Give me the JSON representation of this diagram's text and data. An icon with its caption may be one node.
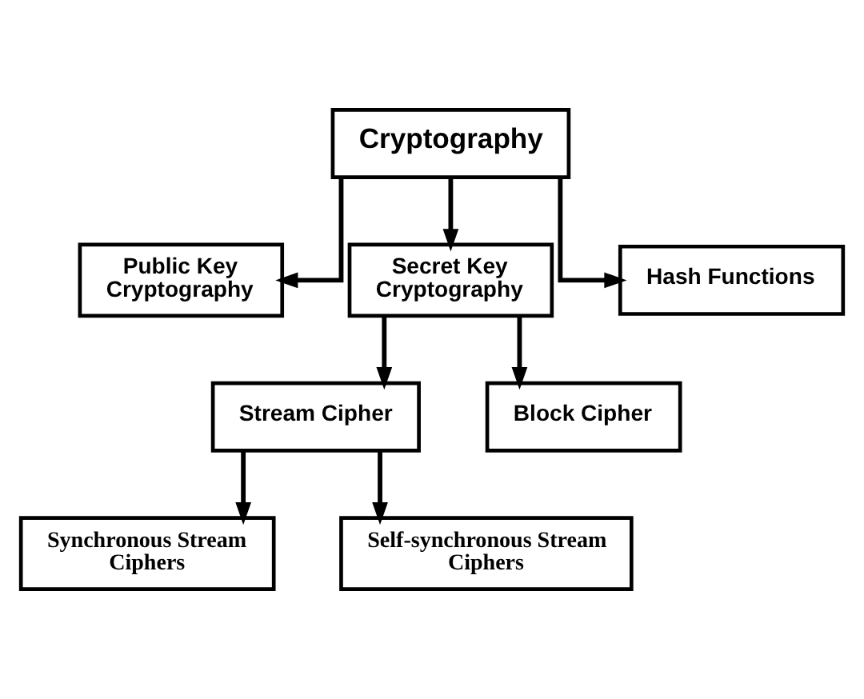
{
  "diagram": {
    "nodes": [
      {
        "text": [
          "Cryptography"
        ]
      },
      {
        "text": [
          "Public Key Cryptography"
        ]
      },
      {
        "text": [
          "Secret Key Cryptography"
        ]
      },
      {
        "text": [
          "Hash Functions"
        ]
      },
      {
        "text": [
          "Stream Cipher"
        ]
      },
      {
        "text": [
          "Block Cipher"
        ]
      },
      {
        "text": [
          "Synchronous Stream Ciphers"
        ]
      },
      {
        "text": [
          "Self-synchronous Stream Ciphers"
        ]
      }
    ],
    "edges": [
      {
        "from": 0,
        "to": 1,
        "arrow": "to"
      },
      {
        "from": 0,
        "to": 2,
        "arrow": "to"
      },
      {
        "from": 0,
        "to": 3,
        "arrow": "to"
      },
      {
        "from": 2,
        "to": 4,
        "arrow": "to"
      },
      {
        "from": 2,
        "to": 5,
        "arrow": "to"
      },
      {
        "from": 4,
        "to": 6,
        "arrow": "to"
      },
      {
        "from": 4,
        "to": 7,
        "arrow": "to"
      }
    ]
  }
}
